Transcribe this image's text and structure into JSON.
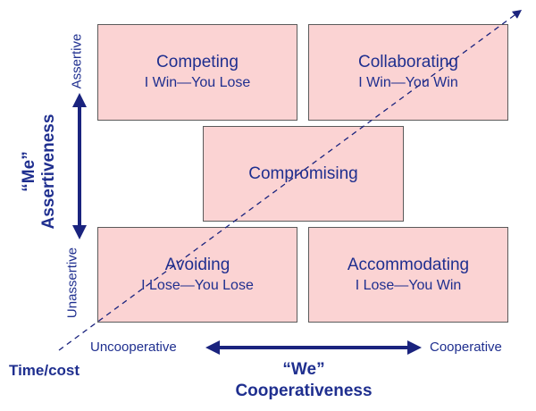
{
  "boxes": {
    "competing": {
      "title": "Competing",
      "subtitle": "I Win—You Lose"
    },
    "collaborating": {
      "title": "Collaborating",
      "subtitle": "I Win—You Win"
    },
    "compromising": {
      "title": "Compromising"
    },
    "avoiding": {
      "title": "Avoiding",
      "subtitle": "I Lose—You Lose"
    },
    "accommodating": {
      "title": "Accommodating",
      "subtitle": "I Lose—You Win"
    }
  },
  "y_axis": {
    "top_label": "Assertive",
    "bottom_label": "Unassertive",
    "title_line1": "“Me”",
    "title_line2": "Assertiveness"
  },
  "x_axis": {
    "left_label": "Uncooperative",
    "right_label": "Cooperative",
    "title_line1": "“We”",
    "title_line2": "Cooperativeness"
  },
  "diagonal_label": "Time/cost",
  "colors": {
    "box_fill": "#fbd3d3",
    "text": "#1f2f8f",
    "arrow": "#1a237e"
  }
}
